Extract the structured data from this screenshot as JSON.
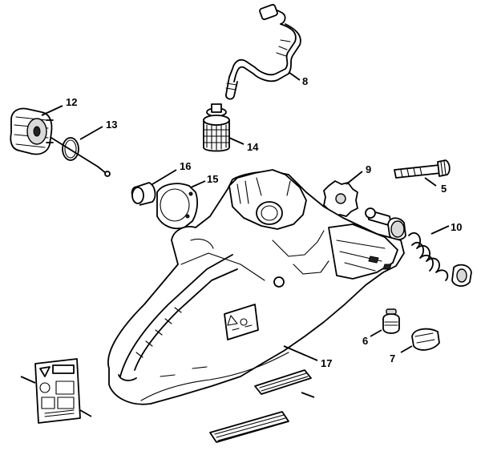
{
  "callouts": [
    {
      "id": "c8",
      "label": "8"
    },
    {
      "id": "c12",
      "label": "12"
    },
    {
      "id": "c13",
      "label": "13"
    },
    {
      "id": "c14",
      "label": "14"
    },
    {
      "id": "c16",
      "label": "16"
    },
    {
      "id": "c15",
      "label": "15"
    },
    {
      "id": "c9",
      "label": "9"
    },
    {
      "id": "c5",
      "label": "5"
    },
    {
      "id": "c10",
      "label": "10"
    },
    {
      "id": "c6",
      "label": "6"
    },
    {
      "id": "c7",
      "label": "7"
    },
    {
      "id": "c17",
      "label": "17"
    }
  ]
}
